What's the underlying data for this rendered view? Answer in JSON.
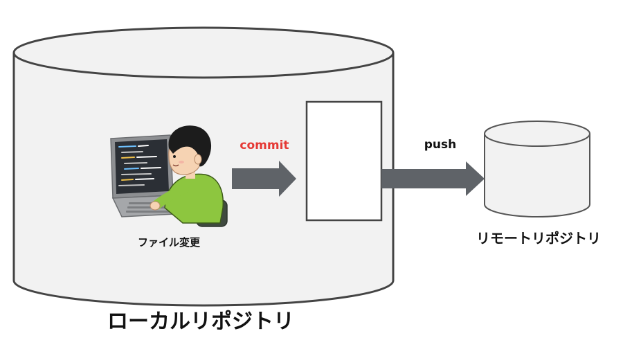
{
  "diagram": {
    "local_repo_label": "ローカルリポジトリ",
    "remote_repo_label": "リモートリポジトリ",
    "file_change_label": "ファイル変更",
    "commit_label": "commit",
    "push_label": "push"
  },
  "colors": {
    "cylinder_fill": "#f2f2f2",
    "cylinder_stroke": "#444444",
    "arrow": "#5f6368",
    "commit_text": "#e53935",
    "text": "#111111",
    "laptop_body": "#8d8f92",
    "laptop_screen": "#2b2f35",
    "shirt": "#8dc63f",
    "hair": "#1c1c1c",
    "skin": "#f6d3b3",
    "chair": "#3f4a3f"
  },
  "icons": {
    "developer": "developer-laptop-icon"
  }
}
